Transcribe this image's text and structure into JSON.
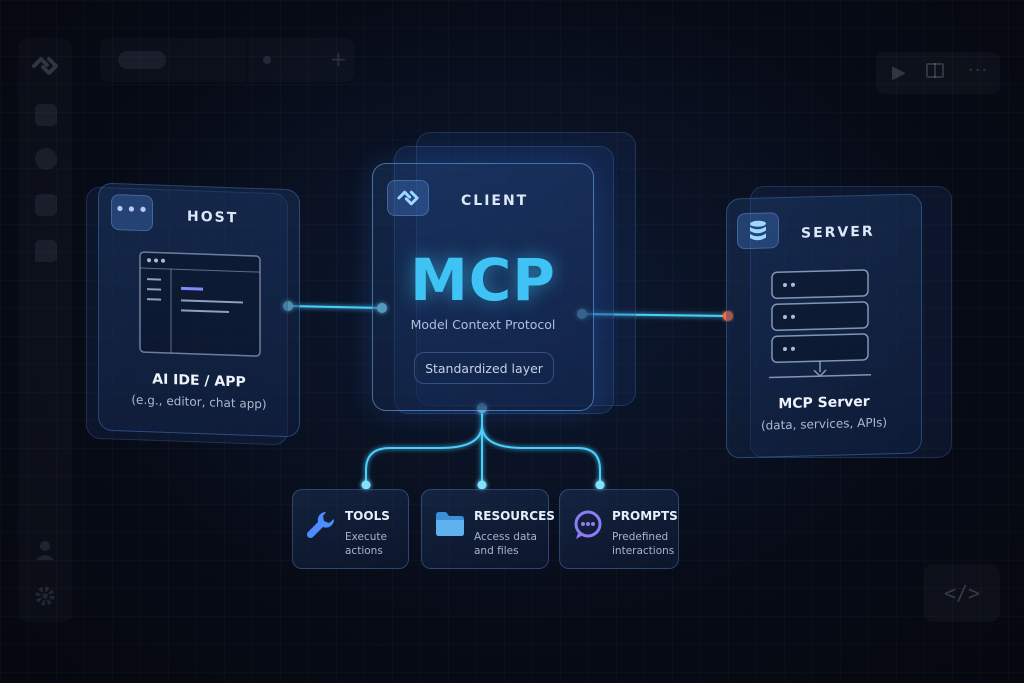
{
  "colors": {
    "accent": "#3ec3f4",
    "server_dot": "#ff6a3d",
    "purple": "#8b7cf6"
  },
  "host": {
    "title": "HOST",
    "label": "AI IDE / APP",
    "sublabel": "(e.g., editor, chat app)"
  },
  "client": {
    "title": "CLIENT",
    "logo": "MCP",
    "full_name": "Model Context Protocol",
    "chip": "Standardized layer"
  },
  "server": {
    "title": "SERVER",
    "label": "MCP Server",
    "sublabel": "(data, services, APIs)"
  },
  "capabilities": [
    {
      "icon": "wrench-icon",
      "title": "TOOLS",
      "desc1": "Execute",
      "desc2": "actions"
    },
    {
      "icon": "folder-icon",
      "title": "RESOURCES",
      "desc1": "Access data",
      "desc2": "and files"
    },
    {
      "icon": "chat-bubble-icon",
      "title": "PROMPTS",
      "desc1": "Predefined",
      "desc2": "interactions"
    }
  ],
  "chrome": {
    "code_button": "</>"
  }
}
